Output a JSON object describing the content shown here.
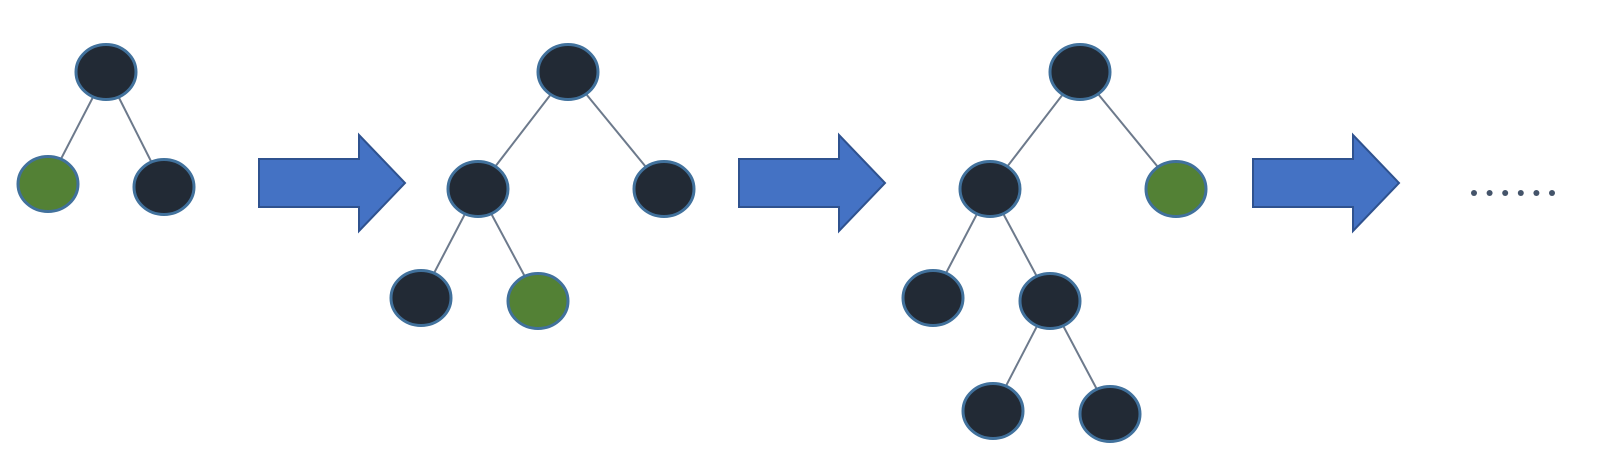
{
  "colors": {
    "node_fill": "#222a35",
    "leaf_highlight_fill": "#538135",
    "node_stroke": "#41719c",
    "edge": "#6d7a8c",
    "arrow_fill": "#4472c4",
    "arrow_stroke": "#2f528f",
    "ellipsis_dots": "#44546a"
  },
  "trees": [
    {
      "name": "tree-stage-1",
      "highlighted_leaf": "left-child"
    },
    {
      "name": "tree-stage-2",
      "highlighted_leaf": "left-right-grandchild"
    },
    {
      "name": "tree-stage-3",
      "highlighted_leaf": "right-child"
    }
  ],
  "arrows": [
    {
      "name": "arrow-1"
    },
    {
      "name": "arrow-2"
    },
    {
      "name": "arrow-3"
    }
  ],
  "continuation": {
    "name": "ellipsis",
    "dot_count": 6
  }
}
